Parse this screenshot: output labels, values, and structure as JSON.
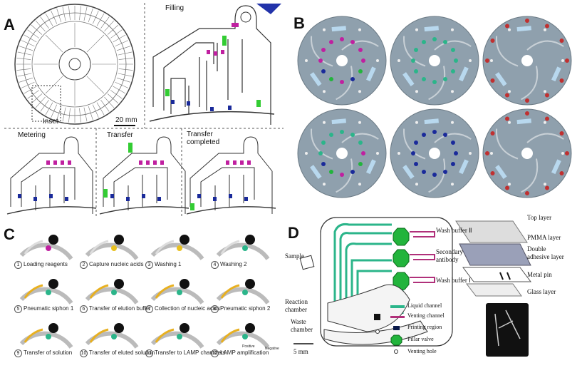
{
  "panel_a": {
    "label": "A",
    "filling": "Filling",
    "scale": "20 mm",
    "inset": "Inset",
    "metering": "Metering",
    "transfer": "Transfer",
    "transfer_completed_1": "Transfer",
    "transfer_completed_2": "completed"
  },
  "panel_b": {
    "label": "B"
  },
  "panel_c": {
    "label": "C",
    "steps": [
      {
        "n": "1",
        "text": "Loading reagents"
      },
      {
        "n": "2",
        "text": "Capture nucleic acids"
      },
      {
        "n": "3",
        "text": "Washing 1"
      },
      {
        "n": "4",
        "text": "Washing 2"
      },
      {
        "n": "5",
        "text": "Pneumatic siphon 1"
      },
      {
        "n": "6",
        "text": "Transfer of elution buffer"
      },
      {
        "n": "7",
        "text": "Collection of nucleic acids"
      },
      {
        "n": "8",
        "text": "Pneumatic siphon 2"
      },
      {
        "n": "9",
        "text": "Transfer of solution"
      },
      {
        "n": "10",
        "text": "Transfer of eluted solution"
      },
      {
        "n": "11",
        "text": "Transfer to LAMP chambers"
      },
      {
        "n": "12",
        "text": "LAMP amplification"
      }
    ],
    "positive": "Positive",
    "negative": "Negative"
  },
  "panel_d": {
    "label": "D",
    "wash2": "Wash buffer Ⅱ",
    "secondary1": "Secondary",
    "secondary2": "antibody",
    "sample": "Sample",
    "wash1": "Wash buffer Ⅰ",
    "reaction1": "Reaction",
    "reaction2": "chamber",
    "waste1": "Waste",
    "waste2": "chamber",
    "scale": "5 mm",
    "legend": [
      "Liquid channel",
      "Venting channel",
      "Printing region",
      "Pillar valve",
      "Venting hole"
    ],
    "layers": [
      "Top layer",
      "PMMA layer",
      "Double",
      "adhesive layer",
      "Metal pin",
      "Glass layer"
    ]
  },
  "colors": {
    "liquid": "#2bb58a",
    "venting": "#b0307a",
    "valve": "#22b43c",
    "disc": "#8fa0ad",
    "magenta": "#c020a0",
    "blue": "#1a2a9a",
    "green": "#33cc33"
  }
}
